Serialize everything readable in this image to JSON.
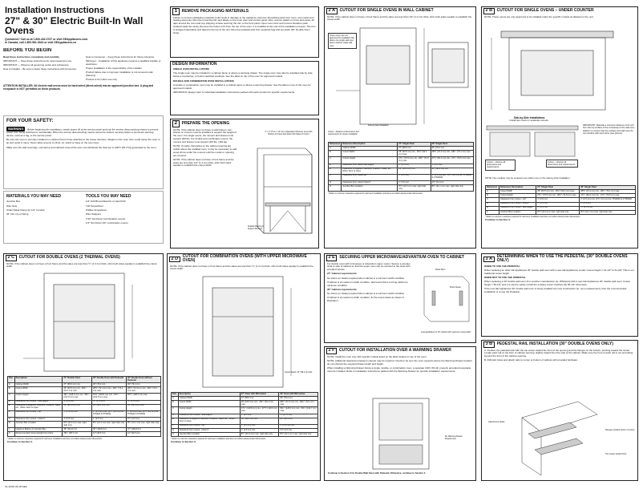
{
  "header": {
    "title1": "Installation Instructions",
    "title2": "27\" & 30\" Electric Built-In Wall Ovens",
    "contact1": "Questions? Call us at 1.800.432.2737 or visit GEAppliances.com.",
    "contact2": "In Canada, call 1.800.561.3344 or visit GEAppliances.ca"
  },
  "before": {
    "title": "BEFORE YOU BEGIN",
    "intro": "Read these instructions completely and carefully.",
    "important1": "IMPORTANT — Save these instructions for local inspector's use.",
    "important2": "IMPORTANT — Observe all governing codes and ordinances.",
    "note_installer": "Note to Installer – Be sure to leave these instructions with Consumer.",
    "note_consumer": "Note to Consumer – Keep these instructions for future reference.",
    "skill": "Skill level – Installation of this appliance requires a qualified installer or electrician.",
    "proper": "Proper installation is the responsibility of the installer.",
    "product": "Product failure due to improper installation is not covered under Warranty.",
    "indoor": "Product is for indoor use only.",
    "attention": "ATTENTION INSTALLER: All electric wall ovens must be hard-wired (direct-wired) into an approved junction box. A plug and receptacle is NOT permitted on these products."
  },
  "safety": {
    "title": "FOR YOUR SAFETY:",
    "badge": "WARNING",
    "p1": "Before beginning the installation, switch power off at the service panel and lock the service disconnecting means to prevent power from being switched on accidentally. When the service disconnecting means cannot be locked, securely fasten a prominent warning device, such as a tag, to the service panel.",
    "p2": "Be sure the oven is securely installed in a cabinet that is firmly attached to the house structure. Weight on the oven door could cause the oven to tip and result in injury. Never allow anyone to climb, sit, stand or hang on the oven door.",
    "p3": "Make sure the wall coverings, countertop and cabinets around the oven can withstand the heat (up to 200°F [93.3°C]) generated by the oven."
  },
  "materials": {
    "title": "MATERIALS YOU MAY NEED",
    "items": [
      "Junction Box",
      "Wire Nuts",
      "Strain Relief Clamp for 1/2\" Conduit",
      "36\" (91 cm) of String"
    ],
    "tools_title": "TOOLS YOU MAY NEED",
    "tools": [
      "1/4\" Drill Bit and Electric or Hand Drill",
      "T20 Screwdriver",
      "Phillips Screwdriver",
      "Wire Strippers",
      "7/16\" Nut Driver (combination ovens)",
      "1/4\" Nut Driver (30\" combination ovens)"
    ]
  },
  "s1": {
    "num": "1",
    "title": "REMOVE PACKAGING MATERIALS",
    "text": "Failure to remove packaging materials could result in damage to the appliance. Remove all packing parts from oven, oven racks and heating elements. Remove protective film and labels on the outer door and control panel. Also, remove plastic on trims and panel, all tape around the oven and any shipping screws securing the trim to the front panel. Open oven door and remove literature pack located inside the cavity. Remove the bottom trim from the top of the oven. It is installed at the end of the installation process. The trim is wrapped separately and taped to the top of the unit. Remove pedestal rails from separate bag and set aside (30\" Double Oven Only)."
  },
  "design": {
    "title": "DESIGN INFORMATION",
    "single_h": "SINGLE OVEN INSTALLATIONS",
    "single": "The single oven may be installed in a cabinet alone or above a warming drawer. The single oven may also be installed side by side, below a countertop, or below specified cooktops. See the label on top of the oven for approved models.",
    "double_h": "DOUBLE AND COMBINATION OVEN INSTALLATIONS",
    "double": "A double or combination oven may be installed in a cabinet alone or above a warming drawer. See the label on top of the oven for approved models.",
    "important": "IMPORTANT: Always refer to individual installation instructions packed with each product for specific requirements."
  },
  "s2": {
    "num": "2",
    "title": "PREPARE THE OPENING",
    "note1": "NOTE: If the cabinet does not have a solid bottom, two braces or runners must be installed to support the weight of the oven. For single ovens, the runners and braces must support 200 lbs. For double and combination ovens, the runners and braces must support 400 lbs. (181 kg).",
    "note2": "NOTE: If marks, blemishes on the cabinet opening are visible above the installed oven, it may be necessary to add wood shims under the runners until the marks or opening are covered.",
    "note3": "NOTE: If the cabinet does not have a front frame and the sides are less than 1/2\" (1.3 cm) thick, shim both sides equally to establish the cutout width.",
    "fig_label": "2\" x 4\" (5 cm x 10 cm) or Equivalent Runners Level with Bottom of Cutout and Flush with Sides of Cutout",
    "fig_label2": "Suitable Bracing to Support Runners"
  },
  "s2a": {
    "num": "2",
    "letter": "A",
    "title": "CUTOUT FOR SINGLE OVENS IN WALL CABINET",
    "note": "NOTE: If the cabinet does not have a front frame and the sides are less than 1/2\" (1.3 cm) thick, shim both sides equally to establish the cutout width.",
    "callout1": "These ovens are not approved for installation flat above one single wall oven above another single wall oven.",
    "callout2": "Cutout – distance at dimensions and requirements for proper installation",
    "note2": "Side-by-Side Installation",
    "table": {
      "headers": [
        "Dimension",
        "Dimension Description",
        "27\" Single Oven",
        "30\" Single Oven"
      ],
      "rows": [
        [
          "A",
          "Cabinet Width",
          "27\" (68.6 cm)",
          "30\" (76.2 cm)"
        ],
        [
          "B",
          "Cutout Width",
          "25\" (63.5 cm) min., 25¼\" (64.1 cm) max.",
          "28½\" (72.4 cm) min., 28¾\" (73.1 cm) max."
        ],
        [
          "C",
          "Cutout Height",
          "27¾\" (70.5 cm) min., 28¼\" (71.8 cm) max.",
          "27¾\" (69.2 cm) min., 27¾\" (70.5 cm) max."
        ],
        [
          "D",
          "Clearance from cutout side edges*",
          "1\" (2.5 cm)",
          "1\" (2.5 cm)"
        ],
        [
          "E",
          "Clearance to Adjacent Cabinets, Drawers, Walls, etc., When Door Is Open",
          "23\" (58.4 cm) min.",
          "23\" (58.4 cm) min."
        ],
        [
          "F",
          "Clearance from cutout top*",
          "1\" (2.5 cm)",
          "1\" (2.5 cm) min. (1½\" (3.8 cm) for JTS3000 & JTS5000)"
        ],
        [
          "G",
          "Clearance from cutout bottom*",
          "1\" (2.5 cm)",
          "1½\" (3.2 cm)"
        ],
        [
          "H",
          "Junction Box Location",
          "8½\" (21.6 cm) max. right side only",
          "8½\" (21.1 cm) max. right side only"
        ]
      ],
      "footnote": "* Refers to minimum clearance required for wall oven installation and does not reflect actual product dimensions."
    }
  },
  "s2b": {
    "num": "2",
    "letter": "B",
    "title": "CUTOUT FOR SINGLE OVENS – UNDER COUNTER",
    "note": "NOTE: These ovens are only approved to be installed under the specific models as labeled on the unit.",
    "side_h": "Side-by-Side Installations",
    "side_t": "Install two ovens in separate cutouts.",
    "important": "IMPORTANT: Maintain a minimum distance of 21-1/4\" from the top surface of the countertop to the wall oven platform to ensure that the cooktop and wall oven do not interfere with each other (see picture).",
    "cutout_l": "Cutout – observe all dimensions and requirements.",
    "cutout_r": "Cutout – observe all dimensions and requirements.",
    "note2": "NOTE: One cooktop may be centered over either oven or the side-by-side installation.",
    "table": {
      "headers": [
        "Dimension",
        "Dimension Description",
        "27\" Single Oven",
        "30\" Single Oven"
      ],
      "rows": [
        [
          "A",
          "Cutout Width",
          "25\" (63.5 cm) min., 25¼\" (64.1 cm) max.",
          "28½\" (72.4 cm) min., 28¾\" (73.1 cm) max."
        ],
        [
          "B",
          "Cutout Height",
          "27¾\" (70.5 cm) min., 28¼\" (71.8 cm) max.",
          "27¾\" (69.2 cm) min., 27¾\" (70.5 cm) max."
        ],
        [
          "C",
          "Clearance from cutout - top*",
          "1\" (2.5 cm)",
          "1\" (2.5 cm) min. (1½\" (3.2 cm) for JTS3000 & JTS5000)"
        ],
        [
          "D",
          "Clearance from cutout - bottom*",
          "1\" (2.5 cm)",
          "2\" (5.1 cm)"
        ],
        [
          "E",
          "Clearance from cutout - side edges*",
          "1\" (2.5 cm)",
          "½\" (1.75 cm)"
        ],
        [
          "F",
          "Junction Box Location",
          "8½\" (21.6 cm) max. right side only",
          "8½\" (21.1 cm) max. right side only"
        ]
      ],
      "footnote": "* Refers to minimum clearance required for wall oven installation and does not reflect actual product dimensions.",
      "cont": "Continue to Section 3."
    }
  },
  "s2c": {
    "num": "2",
    "letter": "C",
    "title": "CUTOUT FOR DOUBLE OVENS (2 THERMAL OVENS)",
    "note": "NOTE: If the cabinet does not have a front frame and the sides are less than ½\" (1.3 cm) thick, shim both sides equally to establish the cutout width.",
    "table": {
      "headers": [
        "Dim.",
        "Description",
        "27\" Double Oven",
        "30\" Double Oven with Pedestal",
        "30\" Double Oven without Pedestal"
      ],
      "rows": [
        [
          "A",
          "Cabinet Width",
          "27\" (68.6 cm) min.",
          "30\" (76.2 cm)",
          "30\" (76.2 cm)"
        ],
        [
          "B",
          "Cutout Width",
          "25\" (63.5 cm) min., 25¼\" (64.1 cm) max.",
          "28½\" (72.4 cm) min., 28¾\" (73.1 cm) max.",
          "28½\" (72.4 cm) min., 28¾\" (73.1 cm) max."
        ],
        [
          "C",
          "Cutout Height",
          "49¾\" (126.2 cm) min., 50¼\" (127.6 cm) max.",
          "51½\" (130.8 cm) min., 51¾\" (131.5 cm) max.",
          "50½\" (128.3 cm) max."
        ],
        [
          "D",
          "Clearance from cutout - side edges*",
          "1\" (2.5 cm)",
          "½\" (1.75 cm)",
          "½\" (1.75 cm)"
        ],
        [
          "E",
          "Clearance to Adjacent Cabinets, Drawers, Walls, etc., When Door is Open",
          "23\" (58.4 cm) min.",
          "23\" (58.4 cm) min.",
          "23\" (58.4 cm) min."
        ],
        [
          "F",
          "Clearance from cutout - top*",
          "1\" (2.5 cm) min.",
          "1\" (2.5 cm) min. (1½\" (3.2 cm) for PT9200 & PT9550)",
          "1\" (2.5 cm) min. (1½\" (3.2 cm) for PT9200 & PT9550)"
        ],
        [
          "G",
          "Clearance from cutout - bottom*",
          "1\" (2.5 cm)",
          "1\" (2.5 cm)",
          "1½\" (3.2 cm)"
        ],
        [
          "H",
          "Junction Box Location",
          "8½\" (21.6 cm) max. right side only",
          "8½\" (21.1 cm) max. right side only",
          "8½\" (21.1 cm) max. right side only"
        ],
        [
          "J",
          "Height to Bottom of Junction Box",
          "45\" (111.8 cm)",
          "45\" (116.8 cm)",
          "47\" (116.8 cm)"
        ],
        [
          "K",
          "Recommended Cutout Height from Floor",
          "15¼\" (38.7 cm)",
          "12\" (30.5 cm)",
          "12\" (30.5 cm)"
        ]
      ],
      "footnote": "* Refers to minimum clearance required for wall oven installation and does not reflect actual product dimensions.",
      "cont": "Continue to Section 3."
    }
  },
  "s2d": {
    "num": "2",
    "letter": "D",
    "title": "CUTOUT FOR COMBINATION OVENS (WITH UPPER MICROWAVE OVEN)",
    "note": "NOTE: If the cabinet does not have a front frame and the sides are less than ½\" (1.3 cm) thick, shim both sides equally to establish the cutout width.",
    "fig_a": "Cutout Depth: 23\" (58.4 cm) Min.",
    "table": {
      "headers": [
        "Dim.",
        "Description",
        "27\" Oven with Microwave",
        "30\" Oven with Microwave"
      ],
      "rows": [
        [
          "A",
          "Cabinet Width",
          "27\" (68.6 cm)",
          "30\" (76.2 cm)"
        ],
        [
          "B",
          "Cutout Width",
          "25\" (63.5 cm) min., 25¼\" (64.1 cm) max.",
          "28½\" (72.4 cm) min., 28¾\" (73.1 cm) max."
        ],
        [
          "C",
          "Cutout Height",
          "47¼\" (119.8 cm) min., 47½\" (120.6 cm) max.",
          "50¼\" (128.3 cm) min., 52¼\" (132.7 cm) max."
        ],
        [
          "D",
          "Clearance from cutout - side edges*",
          "1\" (2.5 cm)",
          "½\" (1.75 cm)"
        ],
        [
          "E",
          "Clearance to Adjacent Cabinets, Drawers, Walls, etc., When Door is Open",
          "23\" (58.4 cm) min.",
          "23\" (58.4 cm)"
        ],
        [
          "F",
          "Clearance from cutout - top*",
          "1\" (2.5 cm) min.",
          "1\" (2.5 cm) min."
        ],
        [
          "G",
          "Clearance from cutout - bottom*",
          "1\" (2.5 cm) min.",
          "1½\" (3.2 cm)"
        ],
        [
          "H",
          "Junction Box Location",
          "8½\" (21.6 cm) max. right side only",
          "8½\" (21.1 cm) max. right side only"
        ]
      ],
      "footnote": "* Refers to minimum clearance required for wall oven installation and does not reflect actual product dimensions.",
      "cont": "Continue to Section 3."
    }
  },
  "s2e": {
    "num": "2",
    "letter": "E",
    "title": "SECURING UPPER MICROWAVE/ADVANTIUM OVEN TO CABINET",
    "p1": "For double oven with microwave or Advantium upper ovens: Secure a wooden cleat to side of cabinet so that the upper oven can be secured to the cleat with provided screws.",
    "h27": "27\" Cabinet requirements:",
    "b27a": "No shims (or cleats) required when cabinet is a minimum width condition.",
    "b27b": "If cabinet is at maximum width condition, add wood shims to bring cabinet to minimum condition.",
    "h30": "30\" Cabinet requirements:",
    "b30a": "No shims (or cleats) required when cabinet is a minimum width condition.",
    "b30b": "If cabinet is at maximum width condition, fix the wood cleats as shown in illustration.",
    "fig_l1": "Wood Shim",
    "fig_l2": "Wood Cleats",
    "fig_cap": "Load guidelines for 30\" cabinet with maximum cutout width"
  },
  "s2f": {
    "num": "2",
    "letter": "F",
    "title": "CUTOUT FOR INSTALLATION OVER A WARMING DRAWER",
    "p1": "NOTE: Install the oven only with specific models listed on the label located on top of the oven.",
    "p2": "NOTE: Additional clearances between cutouts may be required. Check to be sure the oven supports above the Warming Drawer location do not obstruct the required drawer depth and height.",
    "p3": "When installing a Warming Drawer below a single, double, or combination oven, a separate 120V, 60 HZ, properly grounded receptacle must be installed. Refer to installation instructions packed with the Warming Drawer for specific installation requirements.",
    "fig_l1": "Six Warming Drawer Requirement",
    "cont": "Continue to Section 3 for Double Wall Oven with Pedestal. Otherwise, continue to Section 4."
  },
  "s3a": {
    "num": "3",
    "letter": "A",
    "title": "DETERMINING WHEN TO USE THE PEDESTAL (30\" DOUBLE OVENS ONLY)",
    "h1": "WHEN TO USE THE PEDESTAL",
    "p1": "When replacing an older GE Appliances 30\" double wall oven with a new GE Appliances model: Cutout height = 51-1/2\" to 51-3/4\" This is our traditional cutout height.",
    "h2": "WHEN NOT TO USE THE PEDESTAL",
    "p2": "When replacing a 30\" double wall oven from another manufacturer (ie. Whirlpool) with a new GE Appliances 30\" double wall oven: Cutout height = 50-1/2\" and it is used to easily retrofit the existing cutout matches the 50-1/4\" dimension.",
    "p3": "If the new GE Appliances 30\" double wall oven is being installed into new construction (ie. not a replacement), then the recommended installation is to use the Pedestal."
  },
  "s3b": {
    "num": "3",
    "letter": "B",
    "title": "PEDESTAL RAIL INSTALLATION (30\" DOUBLE OVENS ONLY)",
    "pa": "A. Position the pedestal rails with the top cutout toward the front of the opening and the flanges on the bottom, pointing toward the center. Locate each rail on the floor of cabinet opening, slightly inward from the side of the cabinet. Make sure the front of each rail is not protruding beyond the front of the cabinet opening.",
    "pb": "B. Drill pilot holes and attach rails to corner or bottom of cabinet with provided hardware.",
    "fig_l1": "Attachment Holes",
    "fig_l2": "Flanges toward center of cutout",
    "fig_l3": "Top cutout toward front"
  },
  "footer": {
    "code": "31-11101 04-18 GEA"
  }
}
